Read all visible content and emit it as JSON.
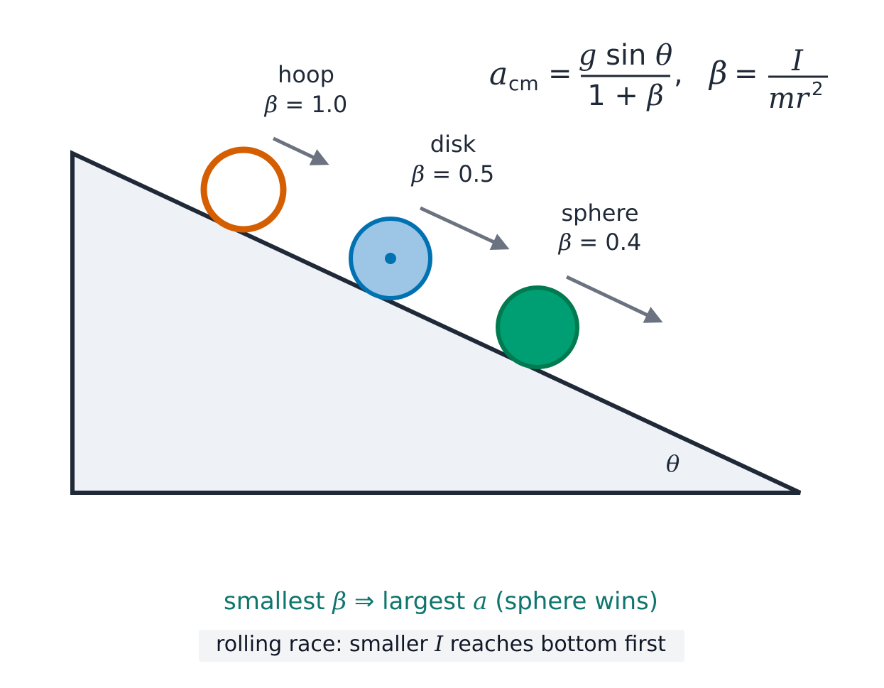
{
  "colors": {
    "ink": "#1f2937",
    "incline_fill": "#eef2f7",
    "hoop": "#d55e00",
    "disk_stroke": "#0072b2",
    "disk_fill": "#9dc6e6",
    "sphere_stroke": "#017a4f",
    "sphere_fill": "#009e73",
    "arrow": "#6b7280",
    "conclusion": "#0f766e",
    "caption_bg": "#f3f4f6"
  },
  "formula": {
    "a_symbol": "a",
    "a_subscript": "cm",
    "equals": "=",
    "num_g": "g",
    "num_sin": "sin",
    "num_theta": "θ",
    "den_one": "1 + ",
    "den_beta": "β",
    "comma": ",",
    "beta_symbol": "β",
    "beta_equals": "=",
    "inertia": "I",
    "mass_radius": "mr",
    "exponent": "2"
  },
  "objects": [
    {
      "name": "hoop",
      "beta_symbol": "β",
      "beta_value": "= 1.0"
    },
    {
      "name": "disk",
      "beta_symbol": "β",
      "beta_value": "= 0.5"
    },
    {
      "name": "sphere",
      "beta_symbol": "β",
      "beta_value": "= 0.4"
    }
  ],
  "incline": {
    "angle_label": "θ"
  },
  "conclusion": {
    "part1": "smallest ",
    "beta": "β",
    "implies": " ⇒ ",
    "part2": " largest ",
    "a": "a",
    "part3": " (sphere wins)"
  },
  "caption": {
    "part1": "rolling race: smaller ",
    "inertia": "I",
    "part2": " reaches bottom first"
  }
}
